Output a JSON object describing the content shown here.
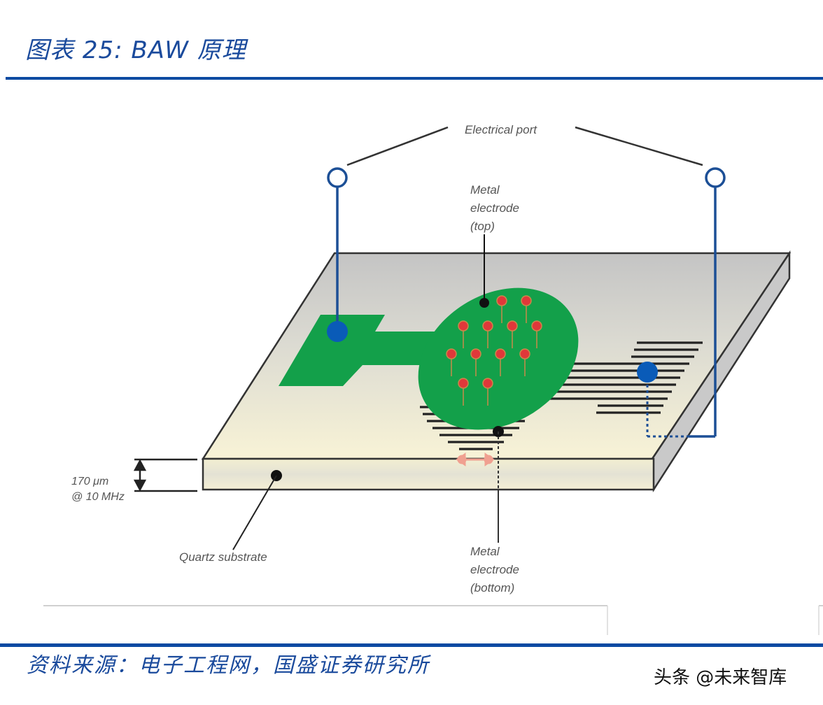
{
  "figure": {
    "title_prefix": "图表",
    "title_number": "25:",
    "title_text": "BAW 原理"
  },
  "diagram": {
    "labels": {
      "electrical_port": "Electrical port",
      "metal_electrode_top": [
        "Metal",
        "electrode",
        "(top)"
      ],
      "metal_electrode_bottom": [
        "Metal",
        "electrode",
        "(bottom)"
      ],
      "thickness": [
        "170 μm",
        "@ 10 MHz"
      ],
      "quartz_substrate": "Quartz substrate"
    },
    "colors": {
      "electrode": "#12a04a",
      "port_wire": "#1c4f96",
      "contact_dot": "#0a5bb8",
      "charge_arrow": "#e0383a",
      "substrate_top_far": "#c8c8c8",
      "substrate_top_near": "#f7f2d8",
      "substrate_side": "#ece9d2"
    }
  },
  "footer": {
    "source": "资料来源：电子工程网，国盛证券研究所",
    "watermark": "头条 @未来智库"
  }
}
